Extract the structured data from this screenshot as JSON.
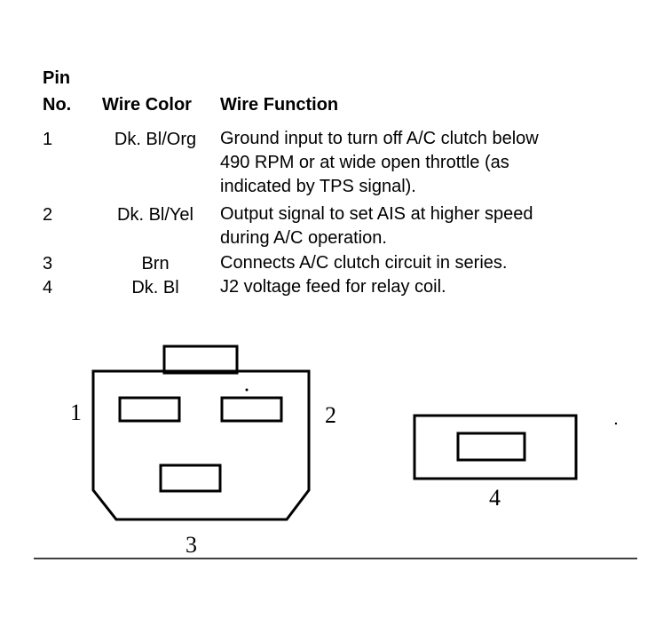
{
  "header": {
    "pin_line1": "Pin",
    "pin_line2": "No.",
    "wire_color": "Wire Color",
    "wire_function": "Wire Function"
  },
  "rows": [
    {
      "pin": "1",
      "color": "Dk. Bl/Org",
      "function_lines": [
        "Ground input to turn off A/C clutch below",
        "490 RPM or at wide open throttle (as",
        "indicated by TPS signal)."
      ]
    },
    {
      "pin": "2",
      "color": "Dk. Bl/Yel",
      "function_lines": [
        "Output signal to set AIS at higher speed",
        "during A/C operation."
      ]
    },
    {
      "pin": "3",
      "color": "Brn",
      "function_lines": [
        "Connects A/C clutch circuit in series."
      ]
    },
    {
      "pin": "4",
      "color": "Dk. Bl",
      "function_lines": [
        "J2 voltage feed for relay coil."
      ]
    }
  ],
  "diagram": {
    "labels": [
      "1",
      "2",
      "3",
      "4"
    ]
  }
}
